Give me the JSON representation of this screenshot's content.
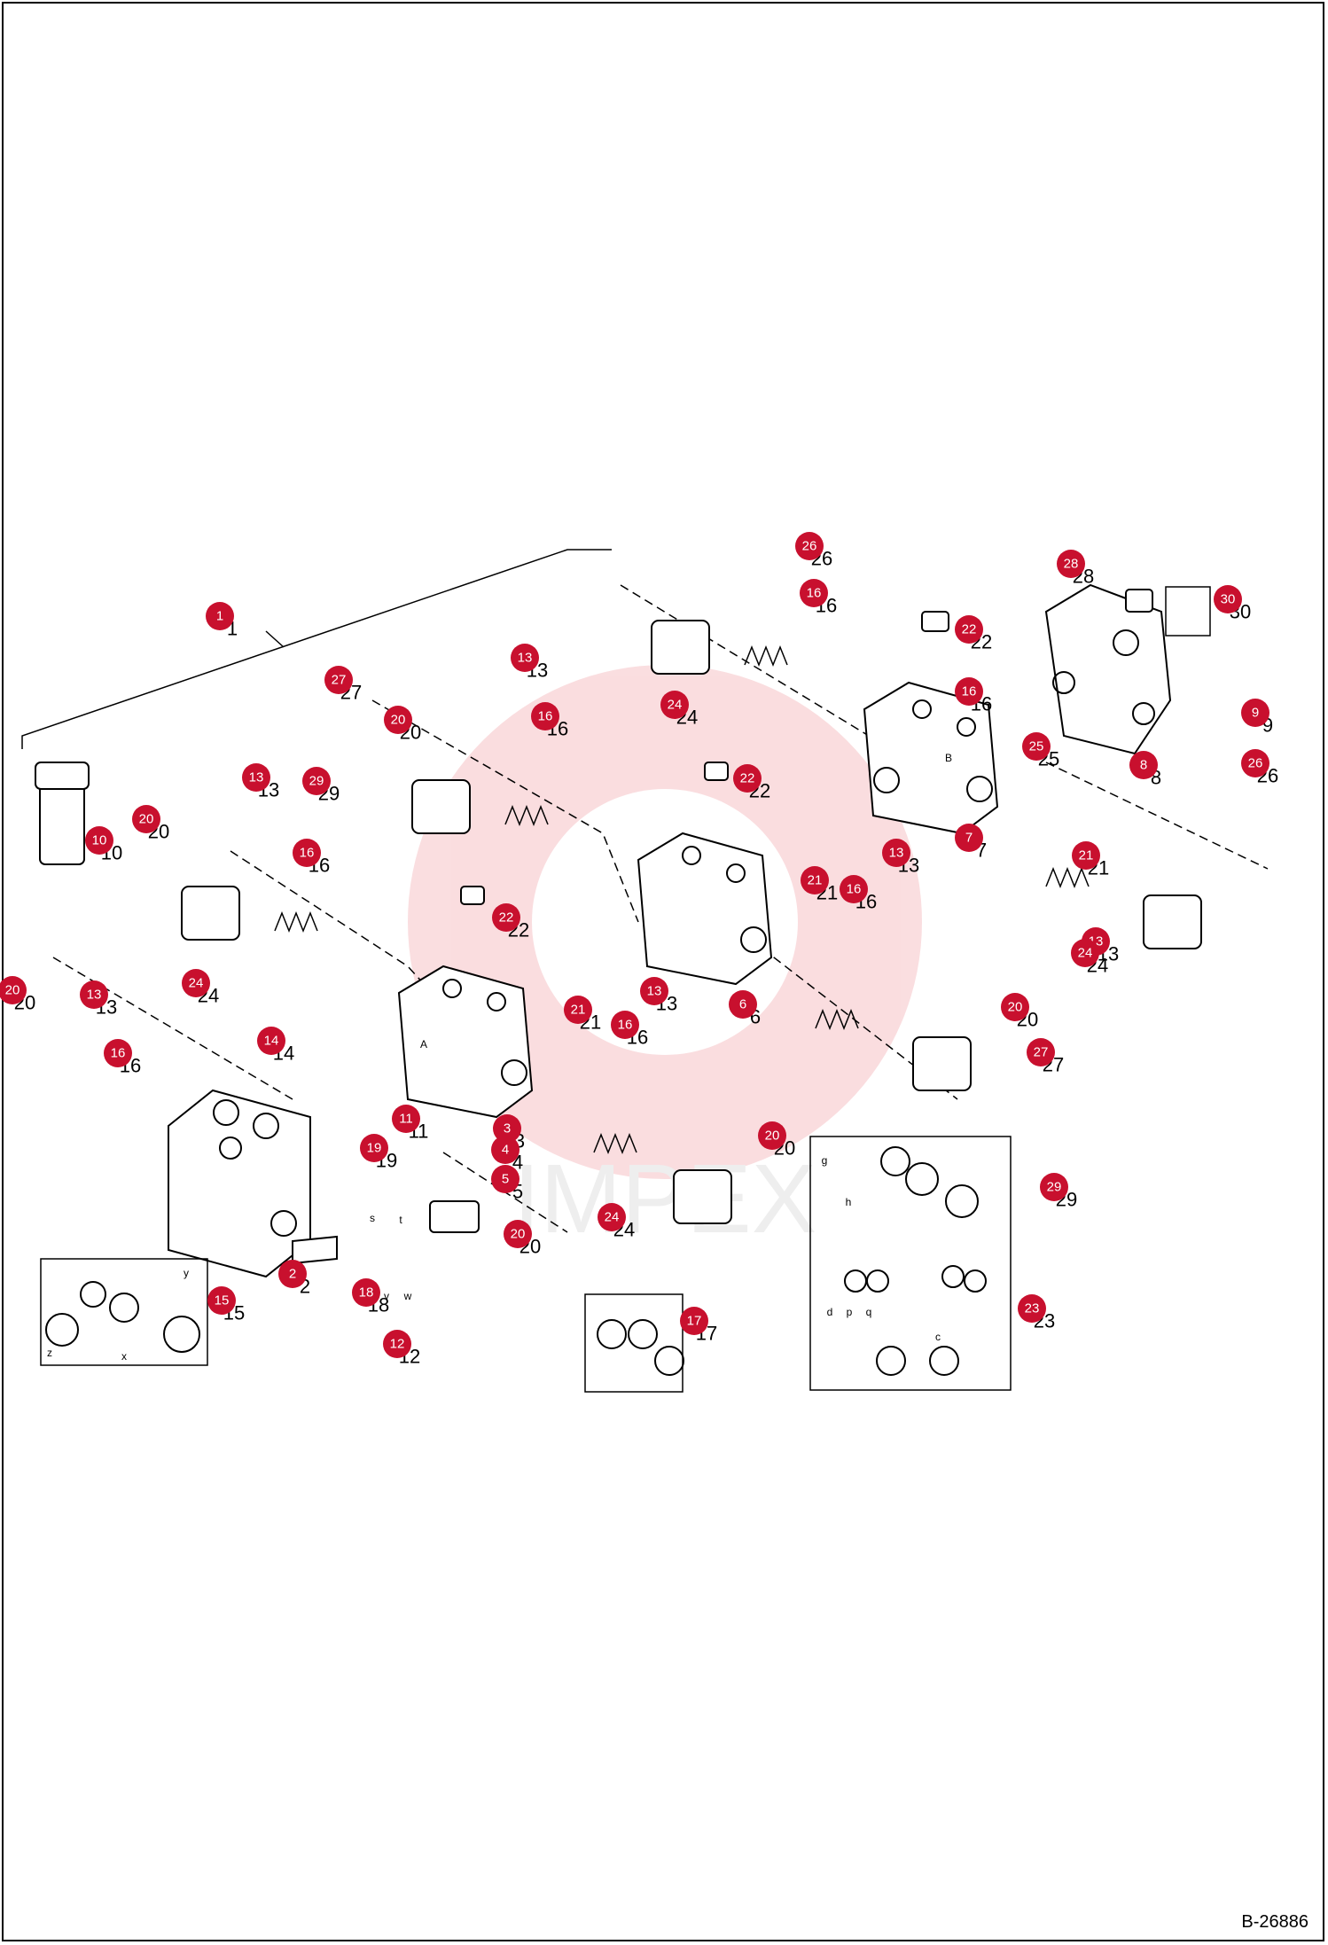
{
  "figure_id": "B-26886",
  "watermark_text": "IMPEX",
  "accent_color": "#c8102e",
  "callouts": [
    {
      "n": "1"
    },
    {
      "n": "2"
    },
    {
      "n": "3"
    },
    {
      "n": "4"
    },
    {
      "n": "5"
    },
    {
      "n": "6"
    },
    {
      "n": "7"
    },
    {
      "n": "8"
    },
    {
      "n": "9"
    },
    {
      "n": "10"
    },
    {
      "n": "11"
    },
    {
      "n": "12"
    },
    {
      "n": "13"
    },
    {
      "n": "13"
    },
    {
      "n": "13"
    },
    {
      "n": "13"
    },
    {
      "n": "13"
    },
    {
      "n": "13"
    },
    {
      "n": "14"
    },
    {
      "n": "15"
    },
    {
      "n": "16"
    },
    {
      "n": "16"
    },
    {
      "n": "16"
    },
    {
      "n": "16"
    },
    {
      "n": "16"
    },
    {
      "n": "16"
    },
    {
      "n": "16"
    },
    {
      "n": "17"
    },
    {
      "n": "18"
    },
    {
      "n": "19"
    },
    {
      "n": "20"
    },
    {
      "n": "20"
    },
    {
      "n": "20"
    },
    {
      "n": "20"
    },
    {
      "n": "20"
    },
    {
      "n": "20"
    },
    {
      "n": "21"
    },
    {
      "n": "21"
    },
    {
      "n": "21"
    },
    {
      "n": "22"
    },
    {
      "n": "22"
    },
    {
      "n": "22"
    },
    {
      "n": "23"
    },
    {
      "n": "24"
    },
    {
      "n": "24"
    },
    {
      "n": "24"
    },
    {
      "n": "24"
    },
    {
      "n": "25"
    },
    {
      "n": "26"
    },
    {
      "n": "26"
    },
    {
      "n": "27"
    },
    {
      "n": "27"
    },
    {
      "n": "28"
    },
    {
      "n": "29"
    },
    {
      "n": "29"
    },
    {
      "n": "30"
    }
  ],
  "sub_labels": [
    "z",
    "y",
    "x",
    "g",
    "h",
    "d",
    "p",
    "q",
    "c",
    "s",
    "t",
    "u",
    "v",
    "w",
    "A",
    "B"
  ]
}
